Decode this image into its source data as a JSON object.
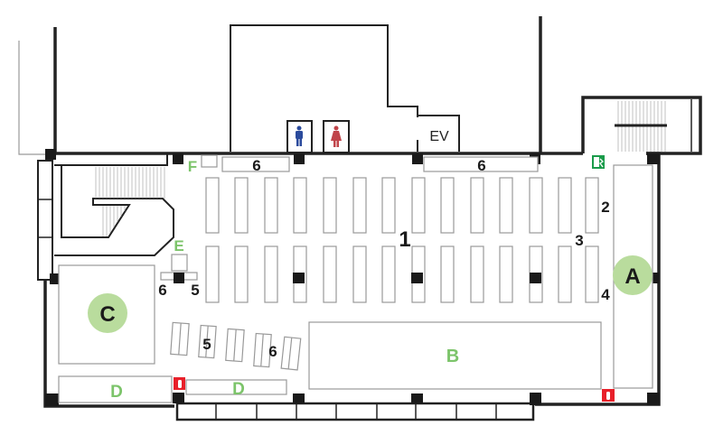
{
  "floor_plan": {
    "elevator_label": "EV",
    "area_labels": {
      "main": "1",
      "shelf_2": "2",
      "shelf_3": "3",
      "shelf_4": "4",
      "shelf_5_left": "5",
      "shelf_5_desks": "5",
      "shelf_6_left": "6",
      "shelf_6_desks": "6",
      "shelf_6_top_left": "6",
      "shelf_6_top_right": "6"
    },
    "zones": {
      "a": "A",
      "b": "B",
      "c": "C",
      "d_left": "D",
      "d_right": "D",
      "e": "E",
      "f": "F"
    },
    "icons": {
      "mens_restroom": "male-restroom-icon",
      "womens_restroom": "female-restroom-icon",
      "emergency_exit": "emergency-exit-icon",
      "fire_extinguisher": "fire-extinguisher-icon"
    },
    "colors": {
      "zone_green": "#7cc46a",
      "zone_circle": "#b9dc9d",
      "male": "#2a4a9c",
      "female": "#c0444a",
      "exit": "#1a9b4a",
      "extinguisher": "#e8202a"
    }
  }
}
